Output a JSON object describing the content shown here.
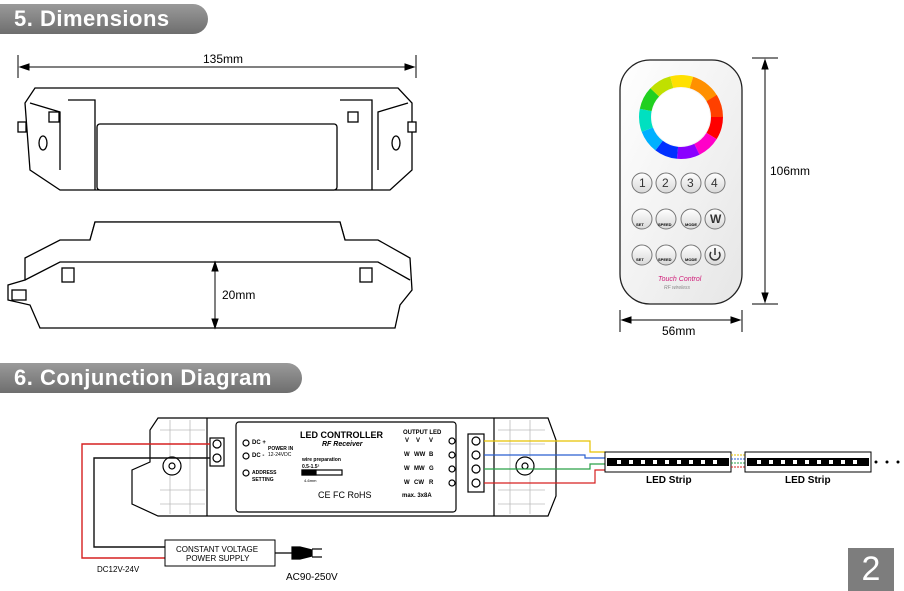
{
  "sections": {
    "dimensions_title": "5. Dimensions",
    "diagram_title": "6. Conjunction Diagram"
  },
  "dimensions": {
    "length": "135mm",
    "height": "20mm",
    "remote_height": "106mm",
    "remote_width": "56mm"
  },
  "remote": {
    "buttons_row1": [
      "1",
      "2",
      "3",
      "4"
    ],
    "brand": "Touch Control",
    "sub": "RF wireless",
    "row2_labels": [
      "SET",
      "SPEED",
      "MODE",
      "W"
    ],
    "row3_labels": [
      "SET",
      "SPEED",
      "MODE"
    ]
  },
  "controller": {
    "title": "LED CONTROLLER",
    "subtitle": "RF Receiver",
    "dc_plus": "DC +",
    "dc_minus": "DC -",
    "power_in": "POWER IN",
    "power_range": "12-24VDC",
    "address": "ADDRESS",
    "setting": "SETTING",
    "wire_prep": "wire preparation",
    "wire_gauge": "0.5-1.5²",
    "wire_length": "4-6mm",
    "certs": "CE FC RoHS",
    "output_led": "OUTPUT LED",
    "out_col_headers": [
      "V",
      "V",
      "V"
    ],
    "out_rows": [
      [
        "W",
        "WW",
        "B"
      ],
      [
        "W",
        "MW",
        "G"
      ],
      [
        "W",
        "CW",
        "R"
      ]
    ],
    "max": "max. 3x8A"
  },
  "power_supply": {
    "label_line1": "CONSTANT VOLTAGE",
    "label_line2": "POWER SUPPLY",
    "dc_label": "DC12V-24V",
    "ac_label": "AC90-250V"
  },
  "strips": [
    "LED Strip",
    "LED Strip"
  ],
  "page_number": "2",
  "colors": {
    "header_bg": "#808080",
    "wire_yellow": "#e6c200",
    "wire_blue": "#2a5fd0",
    "wire_green": "#2aa048",
    "wire_red": "#d62020"
  }
}
